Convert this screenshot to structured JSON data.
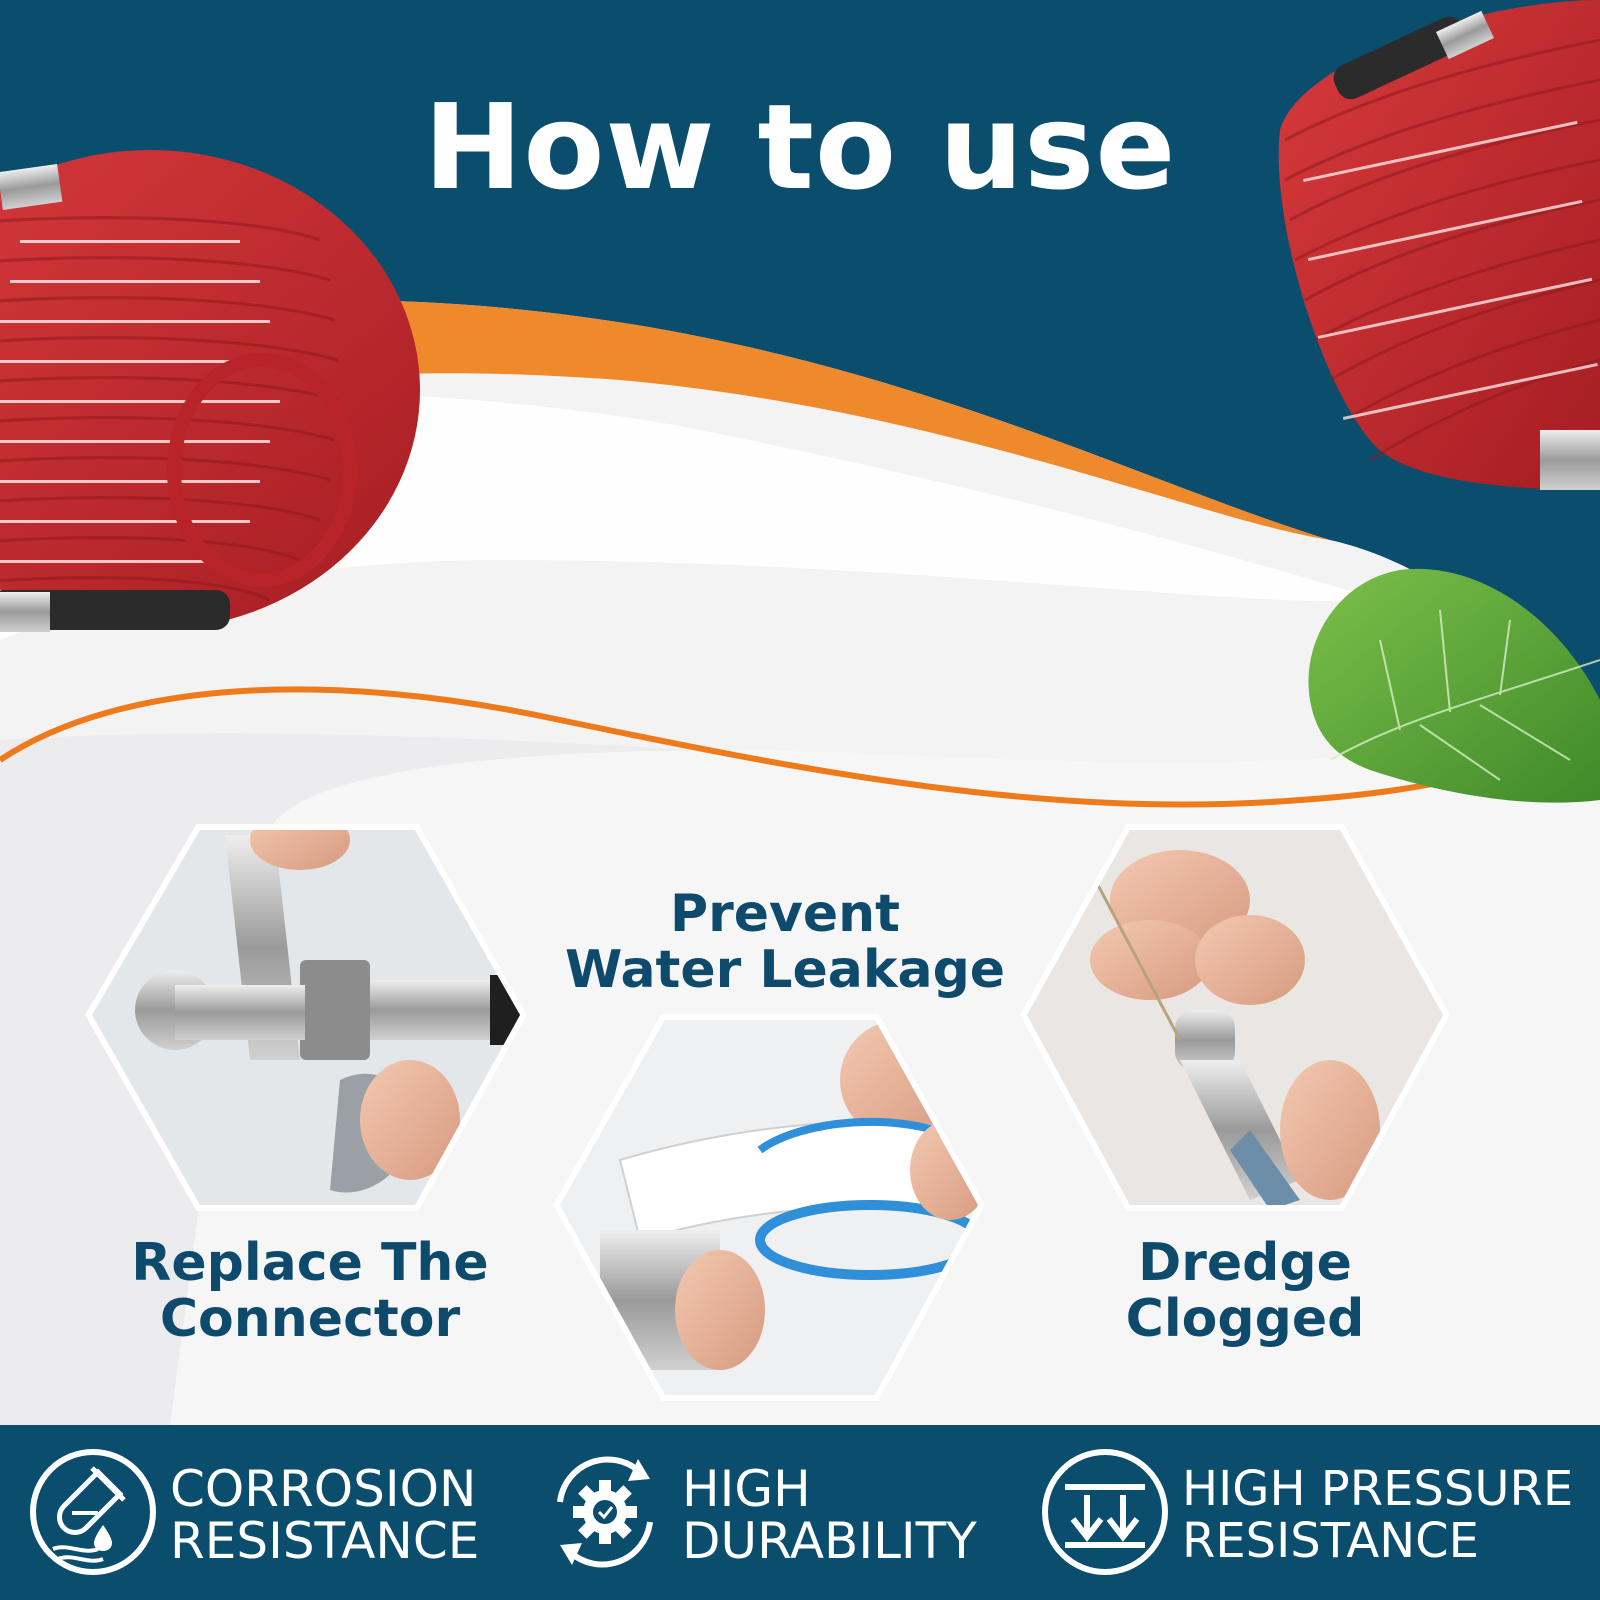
{
  "title": "How to use",
  "steps": [
    {
      "id": "replace",
      "line1": "Replace The",
      "line2": "Connector",
      "icon": "wrench-nozzle-photo"
    },
    {
      "id": "prevent",
      "line1": "Prevent",
      "line2": "Water Leakage",
      "icon": "teflon-tape-photo"
    },
    {
      "id": "dredge",
      "line1": "Dredge",
      "line2": "Clogged",
      "icon": "needle-nozzle-photo"
    }
  ],
  "features": [
    {
      "line1": "CORROSION",
      "line2": "RESISTANCE",
      "icon": "test-tube-drop-icon"
    },
    {
      "line1": "HIGH",
      "line2": "DURABILITY",
      "icon": "gear-check-cycle-icon"
    },
    {
      "line1": "HIGH PRESSURE",
      "line2": "RESISTANCE",
      "icon": "down-arrows-icon"
    }
  ],
  "colors": {
    "navy": "#0b4d6d",
    "orange": "#ee8a2c",
    "hose_red": "#c8282c",
    "leaf_green": "#5aa03a",
    "label_blue": "#0e4a6b"
  }
}
